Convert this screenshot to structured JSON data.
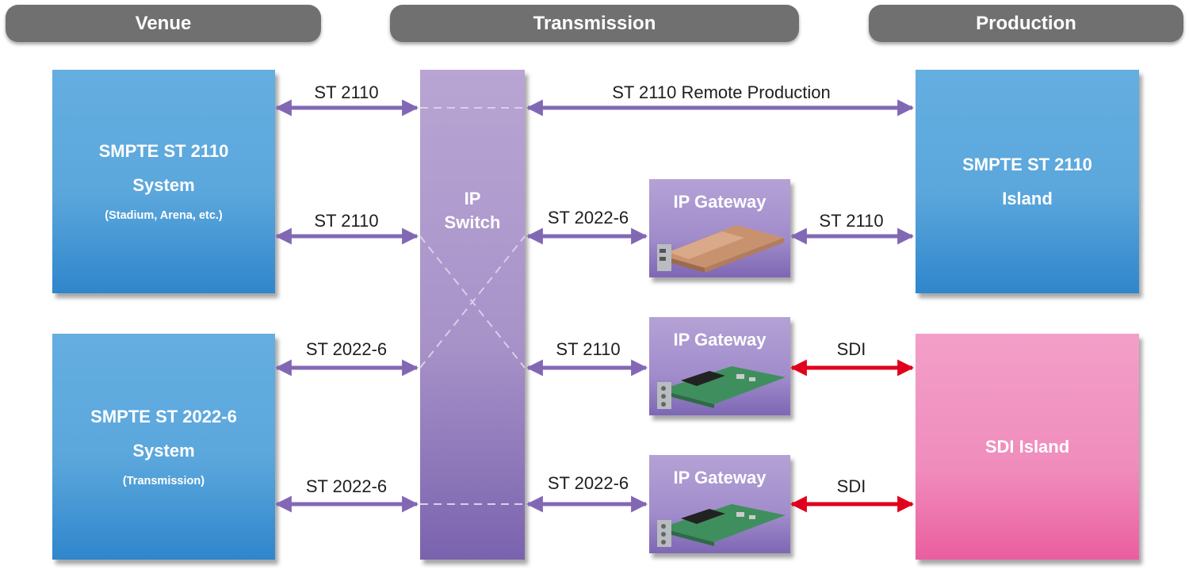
{
  "headers": {
    "venue": "Venue",
    "transmission": "Transmission",
    "production": "Production"
  },
  "blocks": {
    "st2110_system": {
      "line1": "SMPTE ST 2110",
      "line2": "System",
      "sub": "(Stadium, Arena, etc.)"
    },
    "st2022_system": {
      "line1": "SMPTE ST 2022-6",
      "line2": "System",
      "sub": "(Transmission)"
    },
    "ip_switch": {
      "line1": "IP",
      "line2": "Switch"
    },
    "st2110_island": {
      "line1": "SMPTE ST 2110",
      "line2": "Island"
    },
    "sdi_island": {
      "label": "SDI Island"
    }
  },
  "gateways": [
    {
      "title": "IP Gateway"
    },
    {
      "title": "IP Gateway"
    },
    {
      "title": "IP Gateway"
    }
  ],
  "links": {
    "row1_left": "ST 2110",
    "row1_remote": "ST 2110 Remote Production",
    "row2_left": "ST 2110",
    "row2_mid": "ST 2022-6",
    "row2_right": "ST 2110",
    "row3_left": "ST 2022-6",
    "row3_mid": "ST 2110",
    "row3_right": "SDI",
    "row4_left": "ST 2022-6",
    "row4_mid": "ST 2022-6",
    "row4_right": "SDI"
  },
  "colors": {
    "header_bg": "#707070",
    "venue_blue": "#5ba7dc",
    "switch_purple": "#a893c9",
    "island_pink": "#f08cbc",
    "ip_arrow": "#8268b4",
    "sdi_arrow": "#e0001b"
  }
}
